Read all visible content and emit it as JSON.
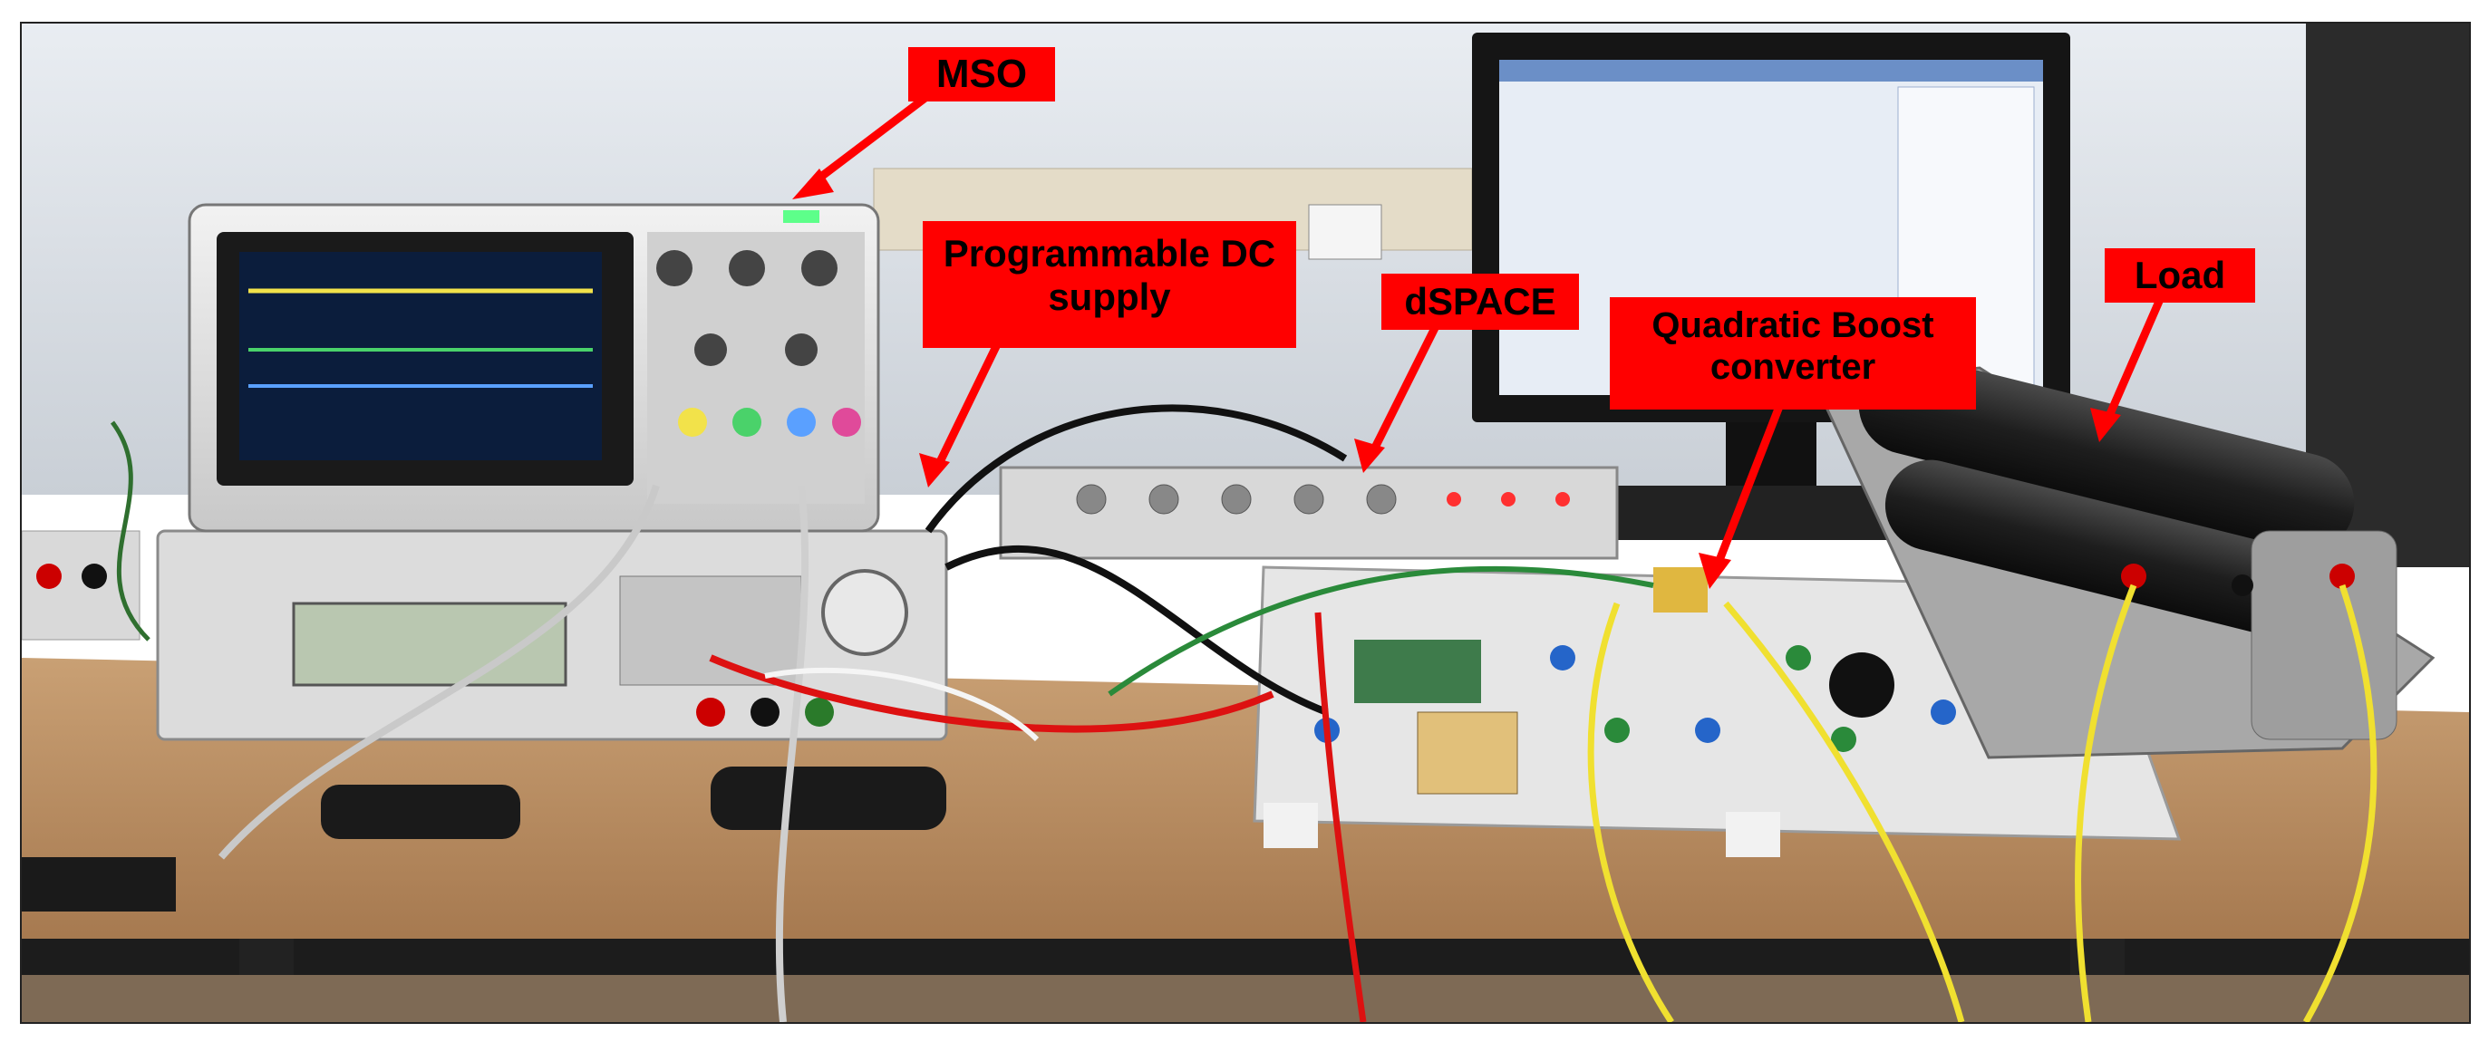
{
  "labels": {
    "mso": "MSO",
    "dc_supply_line1": "Programmable DC",
    "dc_supply_line2": "supply",
    "dspace": "dSPACE",
    "qbc_line1": "Quadratic Boost",
    "qbc_line2": "converter",
    "load": "Load"
  },
  "colors": {
    "callout_fill": "#ff0000",
    "callout_text": "#000000",
    "arrow": "#ff0000",
    "wall": "#dde3ea",
    "table": "#b98a5c"
  }
}
